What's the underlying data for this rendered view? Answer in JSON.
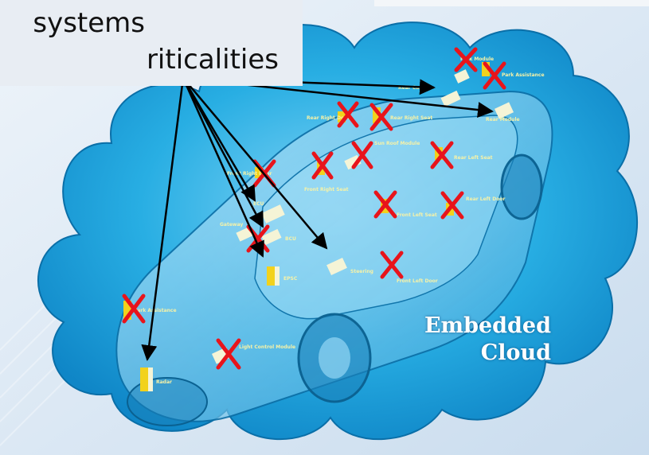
{
  "title": {
    "line1": "systems",
    "line2": "riticalities"
  },
  "cloud_label": {
    "line1": "Embedded",
    "line2": "Cloud"
  },
  "ecu_labels": [
    "Park Module",
    "Park Assistance",
    "Rear Camera",
    "Rear Module",
    "Rear Right Door",
    "Rear Right Seat",
    "Sun Roof Module",
    "Rear Left Seat",
    "Front Right Door",
    "Front Right Seat",
    "Front Left Seat",
    "Rear Left Door",
    "BCU",
    "Gateway",
    "ECU",
    "EPSC",
    "Steering",
    "Front Left Door",
    "Park Assistance",
    "Light Control Module",
    "Radar"
  ],
  "colors": {
    "cloud": "#1ea8e0",
    "x_mark": "#e8141b",
    "ecu_box": "#f5f4d6",
    "ecu_side": "#f2d21c",
    "arrow": "#000000"
  }
}
